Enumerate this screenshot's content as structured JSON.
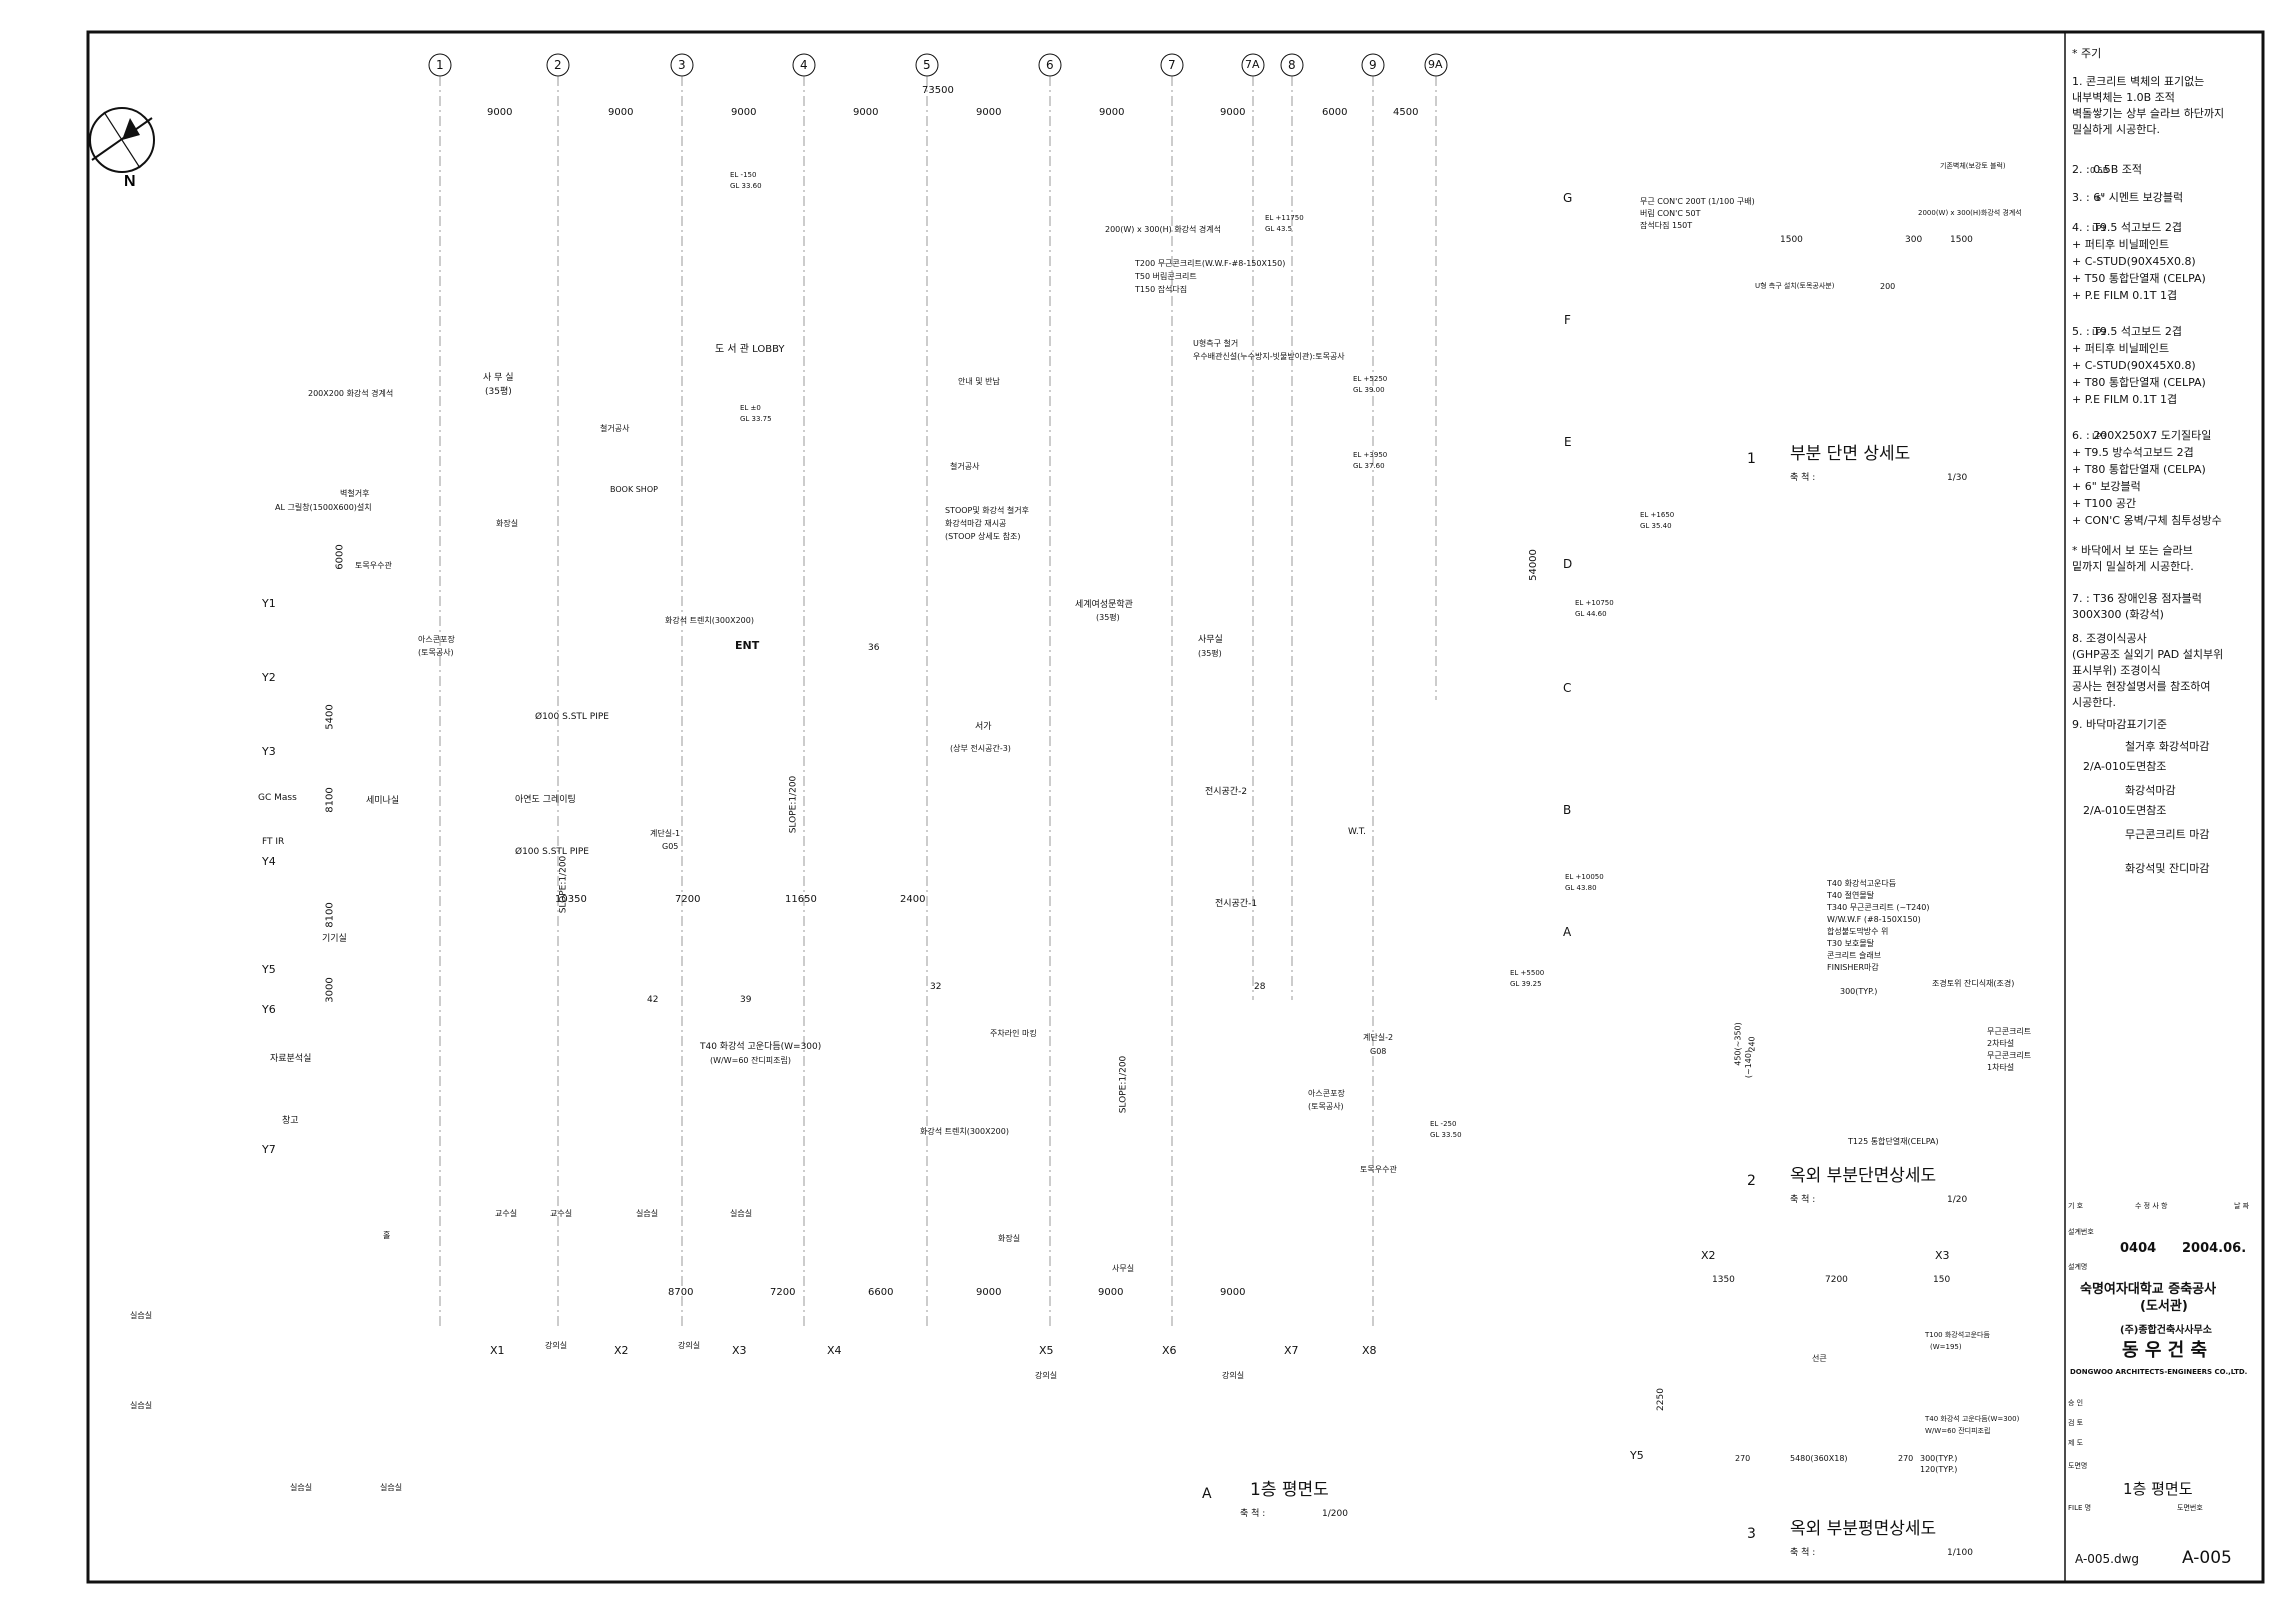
{
  "grid": {
    "columns": [
      "1",
      "2",
      "3",
      "4",
      "5",
      "6",
      "7",
      "7A",
      "8",
      "9",
      "9A"
    ],
    "rows": [
      "G",
      "F",
      "E",
      "D",
      "C",
      "B",
      "A"
    ],
    "y_rows": [
      "Y1",
      "Y2",
      "Y3",
      "Y4",
      "Y5",
      "Y6",
      "Y7"
    ],
    "x_rows": [
      "X1",
      "X2",
      "X3",
      "X4",
      "X5",
      "X6",
      "X7",
      "X8"
    ],
    "top_dims": [
      "9000",
      "9000",
      "9000",
      "9000",
      "9000",
      "9000",
      "9000",
      "6000",
      "4500"
    ],
    "total_dim": "73500",
    "right_total": "54000",
    "bottom_dims": [
      "6600",
      "9000",
      "9000",
      "9000"
    ],
    "left_dims": [
      "8100",
      "8100",
      "3000",
      "5400",
      "6000"
    ]
  },
  "rooms": {
    "lobby": "도 서 관 LOBBY",
    "office1": "사 무 실",
    "office1_size": "(35평)",
    "bookshop": "BOOK SHOP",
    "toilet": "화장실",
    "seminar": "세미나실",
    "gcmass": "GC Mass",
    "ftir": "FT IR",
    "lab_instrument": "기기실",
    "data_analysis": "자료분석실",
    "storage": "창고",
    "world_lit": "세계여성문학관",
    "world_lit_size": "(35평)",
    "office2": "사무실",
    "office2_size": "(35평)",
    "stacks": "서가",
    "exhibit3": "(상부 전시공간-3)",
    "exhibit2": "전시공간-2",
    "exhibit1": "전시공간-1",
    "prof1": "교수실",
    "prof2": "교수실",
    "practice1": "실습실",
    "practice2": "실습실",
    "toilet2": "화장실",
    "office3": "사무실",
    "lecture1": "강의실",
    "lecture2": "강의실",
    "lecture3": "강의실",
    "lecture4": "강의실",
    "lab1": "실습실",
    "lab2": "실습실",
    "lab3": "실습실",
    "lab4": "실습실",
    "stair1": "계단실-1",
    "stair2": "계단실-2",
    "wt": "W.T.",
    "g05": "G05",
    "g08": "G08",
    "hall": "홀",
    "lobby_room": "도서관",
    "reception": "안내 및 반납"
  },
  "annotations": {
    "ent": "ENT",
    "slope1": "SLOPE:1/200",
    "slope2": "SLOPE:1/200",
    "slope3": "SLOPE:1/200",
    "pipe1": "Ø100 S.STL PIPE",
    "pipe2": "Ø100 S.STL PIPE",
    "zinc": "아연도 그레이팅",
    "trench": "화강석 트렌치(300X200)",
    "trench2": "화강석 트렌치(300X200)",
    "pave": "아스콘포장",
    "pave_sub": "(토목공사)",
    "pave2": "아스콘포장",
    "pave2_sub": "(토목공사)",
    "granite_note": "T40 화강석 고운다듬(W=300)",
    "granite_note2": "(W/W=60 잔디피조립)",
    "pit": "200X200 화강석 경계석",
    "tree": "벽철거후",
    "grill": "AL 그릴창(1500X600)설치",
    "drain": "토목우수관",
    "drain2": "토목우수관",
    "stoop": "STOOP및 화강석 철거후",
    "stoop2": "화강석마감 재시공",
    "stoop3": "(STOOP 상세도 참조)",
    "demo": "철거공사",
    "demo2": "철거공사",
    "parking": "주차라인 마킹",
    "floor_t200": "T200 무근콘크리트(W.W.F-#8-150X150)",
    "floor_t50": "T50 버림콘크리트",
    "floor_t150": "T150 잡석다짐",
    "gutter": "U형측구 철거",
    "gutter2": "우수배관신설(누수방지-빗물받이관):토목공사",
    "gutter_size": "200(W) x 300(H) 화강석 경계석",
    "el_150": "EL -150",
    "gl_3360": "GL 33.60",
    "el_0": "EL ±0",
    "gl_3375": "GL 33.75",
    "el_11750": "EL +11750",
    "gl_435": "GL 43.5",
    "el_5250": "EL +5250",
    "gl_3900": "GL 39.00",
    "el_3950": "EL +3950",
    "gl_3760": "GL 37.60",
    "el_1650": "EL +1650",
    "gl_3540": "GL 35.40",
    "el_10750": "EL +10750",
    "gl_4460": "GL 44.60",
    "el_10050": "EL +10050",
    "gl_4380": "GL 43.80",
    "el_5500": "EL +5500",
    "gl_3925": "GL 39.25",
    "el_250": "EL -250",
    "gl_3350": "GL 33.50",
    "dim_10350": "10350",
    "dim_11650": "11650",
    "dim_7200": "7200",
    "dim_2400": "2400",
    "dim_42": "42",
    "dim_39": "39",
    "dim_36": "36",
    "dim_32": "32",
    "dim_28": "28",
    "dim_8700": "8700",
    "dim_7200b": "7200"
  },
  "main_title": {
    "marker": "A",
    "label": "1층 평면도",
    "scale_label": "축 척 :",
    "scale": "1/200"
  },
  "detail1": {
    "marker": "1",
    "label": "부분 단면 상세도",
    "scale_label": "축 척 :",
    "scale": "1/30",
    "notes": [
      "무근 CON'C 200T (1/100 구배)",
      "버림 CON'C 50T",
      "잡석다짐 150T"
    ],
    "dim1": "1500",
    "dim2": "1500",
    "dim3": "300",
    "dim_h": "200",
    "label_u": "U형 측구 설치(토목공사분)",
    "label_r": "2000(W) x 300(H)화강석 경계석",
    "label_wall": "기존벽체(보강토 블럭)"
  },
  "detail2": {
    "marker": "2",
    "label": "옥외 부분단면상세도",
    "scale_label": "축 척 :",
    "scale": "1/20",
    "notes": [
      "T40 화강석고운다듬",
      "T40 절연몰탈",
      "T340 무근콘크리트 (~T240)",
      "W/W.W.F (#8-150X150)",
      "합성불도막방수 위",
      "T30 보호몰탈",
      "콘크리트 슬래브",
      "FINISHER마감"
    ],
    "right_notes": [
      "조경토위 잔디식재(조경)",
      "무근콘크리트",
      "2차타설",
      "무근콘크리트",
      "1차타설"
    ],
    "bottom_note": "T125 통합단열재(CELPA)",
    "typ": "300(TYP.)",
    "dims": [
      "450(~350)",
      "240",
      "(~140)"
    ]
  },
  "detail3": {
    "marker": "3",
    "label": "옥외 부분평면상세도",
    "scale_label": "축 척 :",
    "scale": "1/100",
    "grid_a": "X2",
    "grid_b": "X3",
    "grid_y": "Y5",
    "dims": [
      "1350",
      "7200",
      "150"
    ],
    "dim_v": "2250",
    "room": "선큰",
    "notes": [
      "T100 화강석고운다듬",
      "(W=195)",
      "T40 화강석 고운다듬(W=300)",
      "W/W=60 잔디피조립"
    ],
    "bottom_dims": [
      "270",
      "5480(360X18)",
      "270",
      "300(TYP.)",
      "120(TYP.)"
    ]
  },
  "general_notes": {
    "title": "* 주기",
    "items": [
      "1. 콘크리트 벽체의 표기없는",
      "   내부벽체는 1.0B 조적",
      "   벽돌쌓기는 상부 슬라브 하단까지",
      "   밀실하게 시공한다.",
      "2.      : 0.5B 조적",
      "3.      : 6\" 시멘트 보강블럭",
      "4.      : T9.5 석고보드 2겹",
      "        + 퍼티후 비닐페인트",
      "        + C-STUD(90X45X0.8)",
      "        + T50 통합단열재 (CELPA)",
      "        + P.E FILM 0.1T 1겹",
      "5.      : T9.5 석고보드 2겹",
      "        + 퍼티후 비닐페인트",
      "        + C-STUD(90X45X0.8)",
      "        + T80 통합단열재 (CELPA)",
      "        + P.E FILM 0.1T 1겹",
      "6.      : 200X250X7 도기질타일",
      "        + T9.5 방수석고보드 2겹",
      "        + T80 통합단열재 (CELPA)",
      "        + 6\" 보강블럭",
      "        + T100 공간",
      "        + CON'C 옹벽/구체 침투성방수",
      "   * 바닥에서 보 또는 슬라브",
      "     밑까지 밀실하게 시공한다.",
      "7.    : T36 장애인용 점자블럭",
      "       300X300 (화강석)",
      "8. 조경이식공사",
      "   (GHP공조 실외기 PAD 설치부위",
      "              표시부위) 조경이식",
      "   공사는 현장설명서를 참조하여",
      "   시공한다.",
      "9. 바닥마감표기기준"
    ],
    "legend": [
      {
        "label": "철거후 화강석마감",
        "sub": "2/A-010도면참조"
      },
      {
        "label": "화강석마감",
        "sub": "2/A-010도면참조"
      },
      {
        "label": "무근콘크리트 마감",
        "sub": ""
      },
      {
        "label": "화강석및 잔디마감",
        "sub": ""
      }
    ],
    "tag2": "0.5B",
    "tag3": "6\"",
    "tag4": "LP1",
    "tag5": "LP2",
    "tag6": "LP3"
  },
  "title_block": {
    "rev_headers": [
      "기 호",
      "수 정 사 항",
      "날 짜"
    ],
    "drawing_no_label": "설계번호",
    "drawing_no": "0404",
    "date": "2004.06.",
    "project_label": "설계명",
    "project": "숙명여자대학교 증축공사",
    "project_sub": "(도서관)",
    "firm_kr_small": "(주)종합건축사사무소",
    "firm_kr": "동 우 건 축",
    "firm_en": "DONGWOO ARCHITECTS-ENGINEERS CO.,LTD.",
    "approve_rows": [
      "승 인",
      "검 토",
      "제 도"
    ],
    "drawing_name_label": "도면명",
    "drawing_name": "1층 평면도",
    "file_label": "FILE 명",
    "file": "A-005.dwg",
    "sheet_label": "도면번호",
    "sheet": "A-005"
  }
}
